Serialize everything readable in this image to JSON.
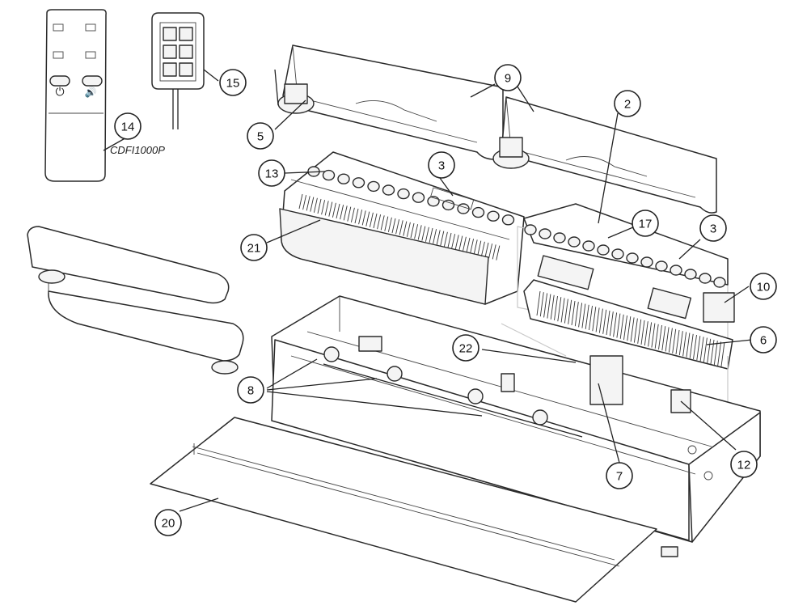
{
  "model_label": "CDFI1000P",
  "callouts": [
    {
      "id": "c2",
      "label": "2"
    },
    {
      "id": "c3a",
      "label": "3"
    },
    {
      "id": "c3b",
      "label": "3"
    },
    {
      "id": "c5",
      "label": "5"
    },
    {
      "id": "c6",
      "label": "6"
    },
    {
      "id": "c7",
      "label": "7"
    },
    {
      "id": "c8",
      "label": "8"
    },
    {
      "id": "c9",
      "label": "9"
    },
    {
      "id": "c10",
      "label": "10"
    },
    {
      "id": "c12",
      "label": "12"
    },
    {
      "id": "c13",
      "label": "13"
    },
    {
      "id": "c14",
      "label": "14"
    },
    {
      "id": "c15",
      "label": "15"
    },
    {
      "id": "c17",
      "label": "17"
    },
    {
      "id": "c20",
      "label": "20"
    },
    {
      "id": "c21",
      "label": "21"
    },
    {
      "id": "c22",
      "label": "22"
    }
  ]
}
